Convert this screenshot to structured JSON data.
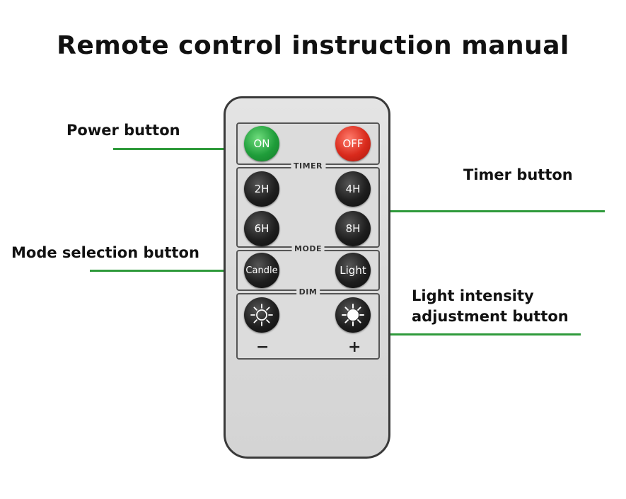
{
  "title": "Remote control instruction manual",
  "callouts": {
    "power": "Power button",
    "timer": "Timer button",
    "mode": "Mode selection button",
    "intensity_line1": "Light intensity",
    "intensity_line2": "adjustment button"
  },
  "remote": {
    "power": {
      "on_label": "ON",
      "off_label": "OFF"
    },
    "timer": {
      "group_label": "TIMER",
      "buttons": [
        "2H",
        "4H",
        "6H",
        "8H"
      ]
    },
    "mode": {
      "group_label": "MODE",
      "candle_label": "Candle",
      "light_label": "Light"
    },
    "dim": {
      "group_label": "DIM",
      "minus": "−",
      "plus": "+"
    }
  },
  "colors": {
    "callout_line": "#2f9a3b",
    "on_button": "#1f9d3a",
    "off_button": "#d92a1c"
  }
}
